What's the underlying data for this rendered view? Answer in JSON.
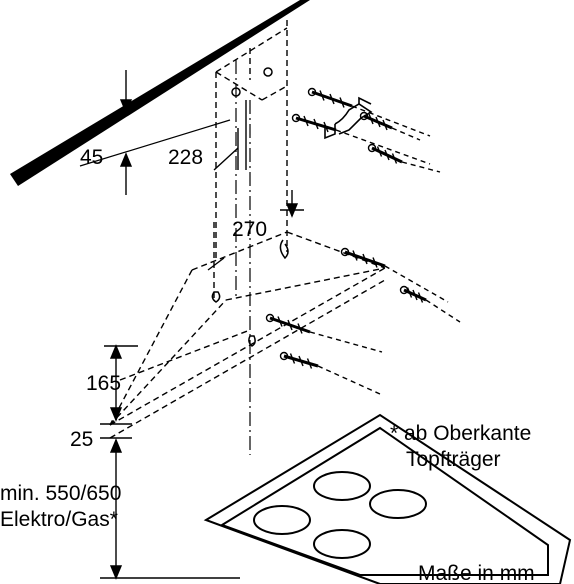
{
  "dimensions": {
    "d45": "45",
    "d228": "228",
    "d270": "270",
    "d165": "165",
    "d25": "25"
  },
  "min_height": {
    "line1": "min. 550/650",
    "line2": "Elektro/Gas*"
  },
  "footnote": {
    "line1": "* ab Oberkante",
    "line2": "Topfträger"
  },
  "units_note": "Maße in mm"
}
